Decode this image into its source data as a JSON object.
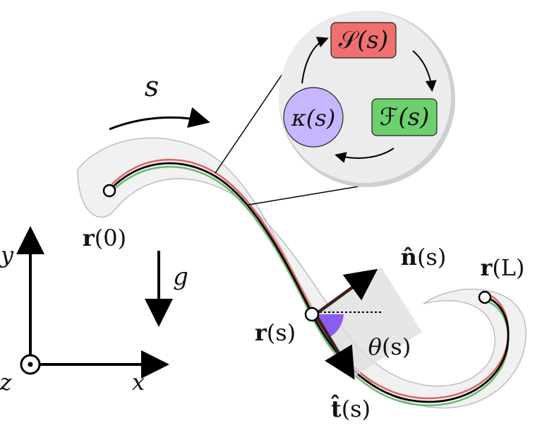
{
  "arclength_symbol": "s",
  "gravity_symbol": "g",
  "axes": {
    "x": "x",
    "y": "y",
    "z": "z"
  },
  "points": {
    "start": {
      "bold": "r",
      "arg": "(0)"
    },
    "mid": {
      "bold": "r",
      "arg": "(s)"
    },
    "end": {
      "bold": "r",
      "arg": "(L)"
    }
  },
  "normal": {
    "bold": "n̂",
    "arg": "(s)"
  },
  "tangent": {
    "bold": "t̂",
    "arg": "(s)"
  },
  "angle": {
    "sym": "θ",
    "arg": "(s)"
  },
  "inset": {
    "S": {
      "sym": "𝒮",
      "arg": "(s)",
      "color": "#f07070"
    },
    "F": {
      "sym": "ℱ",
      "arg": "(s)",
      "color": "#6cd06c"
    },
    "K": {
      "sym": "κ",
      "arg": "(s)",
      "color": "#c7b6ff"
    }
  },
  "colors": {
    "rod": "#000000",
    "red_line": "#e06060",
    "green_line": "#6ab86a",
    "angle_fill": "#8a5cf0"
  }
}
